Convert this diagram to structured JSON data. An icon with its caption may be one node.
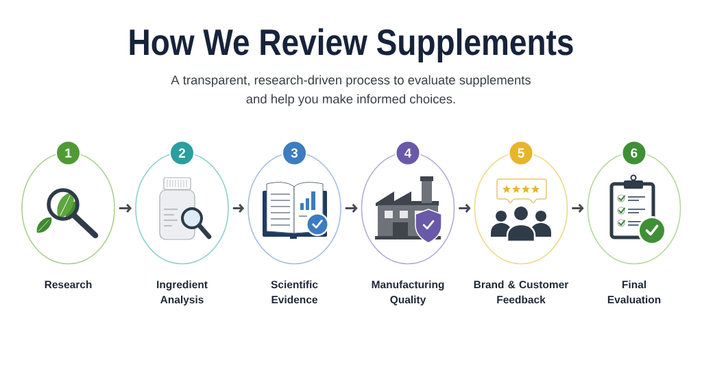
{
  "diagram": {
    "title": "How We Review Supplements",
    "nodes": [
      {
        "text": [
          "1"
        ]
      },
      {
        "text": [
          "Research"
        ]
      },
      {
        "text": [
          "2"
        ]
      },
      {
        "text": [
          "Ingredient Analysis"
        ]
      },
      {
        "text": [
          "3"
        ]
      },
      {
        "text": [
          "Scientific Evidence"
        ]
      },
      {
        "text": [
          "4"
        ]
      },
      {
        "text": [
          "Manufacturing Quality"
        ]
      },
      {
        "text": [
          "5"
        ]
      },
      {
        "text": [
          "Brand & Customer Feedback"
        ]
      },
      {
        "text": [
          "6"
        ]
      },
      {
        "text": [
          "Final Evaluation"
        ]
      }
    ],
    "edges": [
      {
        "from": 1,
        "to": 3,
        "arrow": "to"
      },
      {
        "from": 3,
        "to": 5,
        "arrow": "to"
      },
      {
        "from": 5,
        "to": 7,
        "arrow": "to"
      },
      {
        "from": 7,
        "to": 9,
        "arrow": "to"
      },
      {
        "from": 9,
        "to": 11,
        "arrow": "to"
      }
    ],
    "labels": [
      "A transparent, research-driven process to evaluate supplements and help you make informed choices."
    ]
  }
}
